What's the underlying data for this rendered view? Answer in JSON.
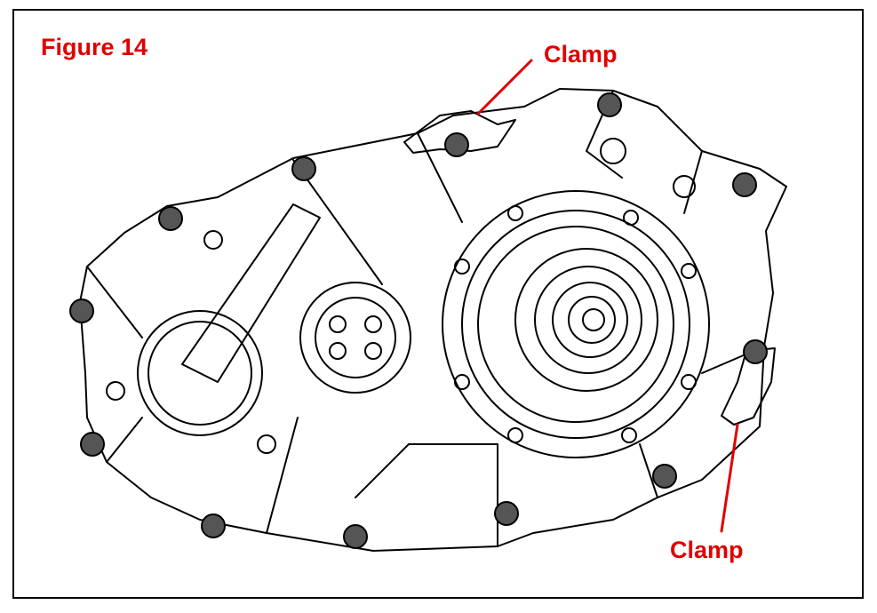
{
  "figure": {
    "title": "Figure 14"
  },
  "callouts": [
    {
      "id": "clamp-top",
      "text": "Clamp"
    },
    {
      "id": "clamp-bottom",
      "text": "Clamp"
    }
  ],
  "colors": {
    "callout": "#e00000",
    "linework": "#000000",
    "bolt": "#555555"
  }
}
